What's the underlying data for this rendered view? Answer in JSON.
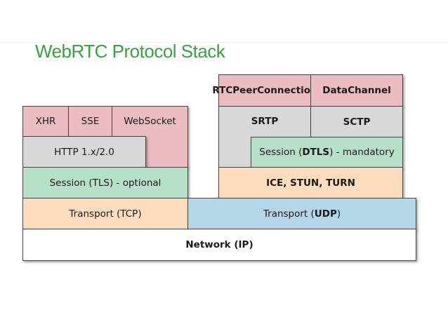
{
  "title": "WebRTC Protocol Stack",
  "left_stack": {
    "xhr": "XHR",
    "sse": "SSE",
    "websocket": "WebSocket",
    "http": "HTTP 1.x/2.0",
    "session_tls": "Session (TLS) - optional",
    "transport_tcp": "Transport (TCP)"
  },
  "right_stack": {
    "peer_connection": "RTCPeerConnection",
    "data_channel": "DataChannel",
    "srtp": "SRTP",
    "sctp": "SCTP",
    "session_dtls_prefix": "Session (",
    "session_dtls_bold": "DTLS",
    "session_dtls_suffix": ") - mandatory",
    "ice": "ICE, STUN, TURN",
    "transport_udp_prefix": "Transport (",
    "transport_udp_bold": "UDP",
    "transport_udp_suffix": ")"
  },
  "network": "Network (IP)",
  "colors": {
    "title": "#3aa142",
    "application": "#ebbcc2",
    "http": "#d8d8d8",
    "session": "#b6e0c9",
    "transport_tcp": "#fcdcbc",
    "transport_udp": "#b5d5e9",
    "network": "#ffffff"
  }
}
